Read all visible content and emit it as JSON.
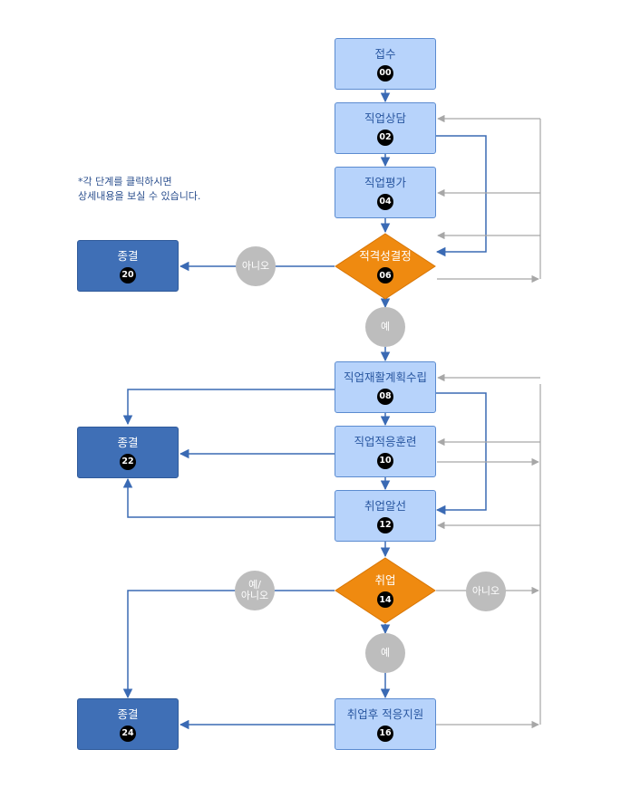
{
  "note": {
    "line1": "*각 단계를 클릭하시면",
    "line2": " 상세내용을 보실 수 있습니다."
  },
  "steps": [
    {
      "label": "접수",
      "num": "00"
    },
    {
      "label": "직업상담",
      "num": "02"
    },
    {
      "label": "직업평가",
      "num": "04"
    },
    {
      "label": "직업재활계획수립",
      "num": "08"
    },
    {
      "label": "직업적응훈련",
      "num": "10"
    },
    {
      "label": "취업알선",
      "num": "12"
    },
    {
      "label": "취업후 적응지원",
      "num": "16"
    }
  ],
  "decisions": [
    {
      "label": "적격성결정",
      "num": "06"
    },
    {
      "label": "취업",
      "num": "14"
    }
  ],
  "ends": [
    {
      "label": "종결",
      "num": "20"
    },
    {
      "label": "종결",
      "num": "22"
    },
    {
      "label": "종결",
      "num": "24"
    }
  ],
  "branches": {
    "no_1": "아니오",
    "yes_1": "예",
    "yes_no": "예/\n아니오",
    "no_2": "아니오",
    "yes_2": "예"
  },
  "colors": {
    "step_fill": "#b7d3fb",
    "end_fill": "#3f6fb6",
    "decision_fill": "#ef8a10",
    "flow_line": "#3a6ab4",
    "feedback_line": "#a7a7a7",
    "branch_circle": "#bdbdbd"
  }
}
